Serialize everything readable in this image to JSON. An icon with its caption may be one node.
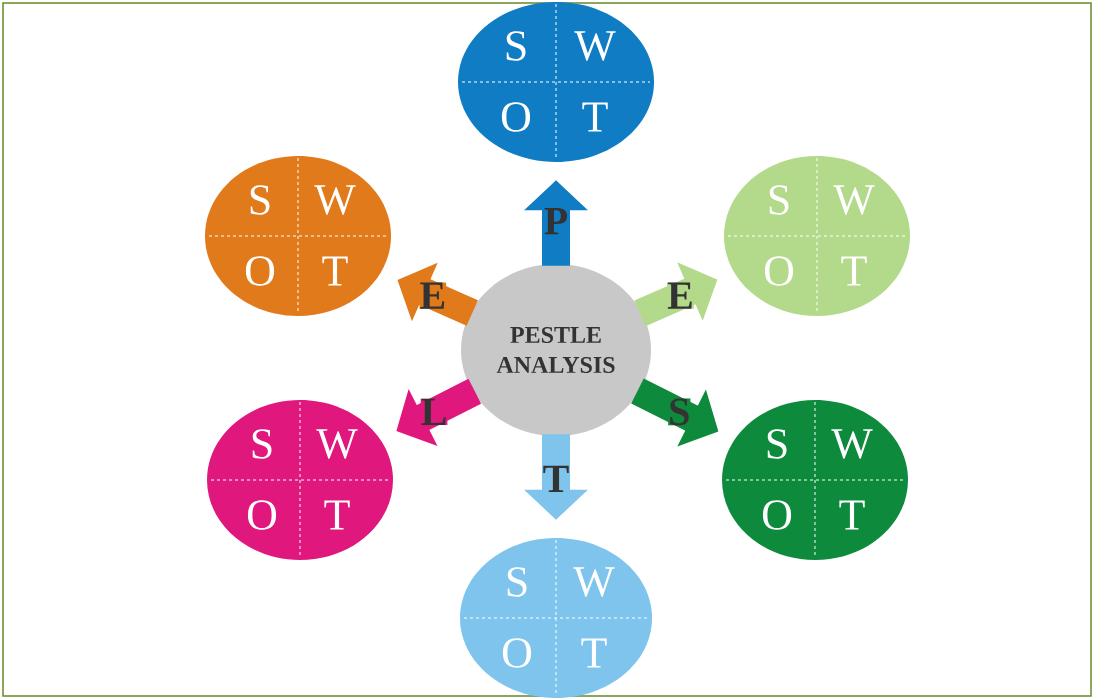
{
  "diagram": {
    "nodes": [
      {
        "text": [
          "PESTLE ANALYSIS"
        ]
      },
      {
        "text": [
          "S",
          "W",
          "O",
          "T"
        ]
      },
      {
        "text": [
          "S",
          "W",
          "O",
          "T"
        ]
      },
      {
        "text": [
          "S",
          "W",
          "O",
          "T"
        ]
      },
      {
        "text": [
          "S",
          "W",
          "O",
          "T"
        ]
      },
      {
        "text": [
          "S",
          "W",
          "O",
          "T"
        ]
      },
      {
        "text": [
          "S",
          "W",
          "O",
          "T"
        ]
      }
    ],
    "edges": [
      {
        "from": 0,
        "to": 1,
        "arrow": "to",
        "label": "P",
        "color": "#0f7cc4"
      },
      {
        "from": 0,
        "to": 3,
        "arrow": "to",
        "label": "E",
        "color": "#b3d98a"
      },
      {
        "from": 0,
        "to": 5,
        "arrow": "to",
        "label": "S",
        "color": "#0e8a3c"
      },
      {
        "from": 0,
        "to": 6,
        "arrow": "to",
        "label": "T",
        "color": "#7ec4ec"
      },
      {
        "from": 0,
        "to": 4,
        "arrow": "to",
        "label": "L",
        "color": "#e0177d"
      },
      {
        "from": 0,
        "to": 2,
        "arrow": "to",
        "label": "E",
        "color": "#e07a1a"
      }
    ]
  }
}
